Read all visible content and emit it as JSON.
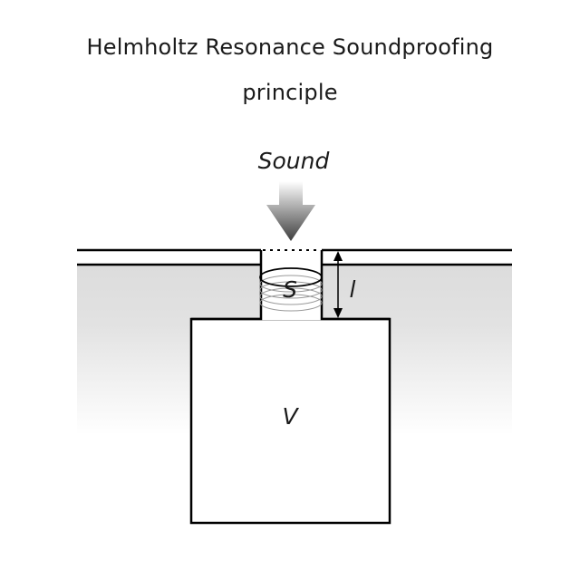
{
  "title": {
    "line1": "Helmholtz Resonance Soundproofing",
    "line2": "principle"
  },
  "labels": {
    "sound": "Sound",
    "neck_area": "S",
    "neck_length": "l",
    "cavity_volume": "V"
  },
  "colors": {
    "outline": "#000000",
    "wall_fill_top": "#dcdcdc",
    "wall_fill_bottom": "#ffffff",
    "arrow_dark": "#4a4a4a",
    "arrow_light": "#ffffff"
  }
}
